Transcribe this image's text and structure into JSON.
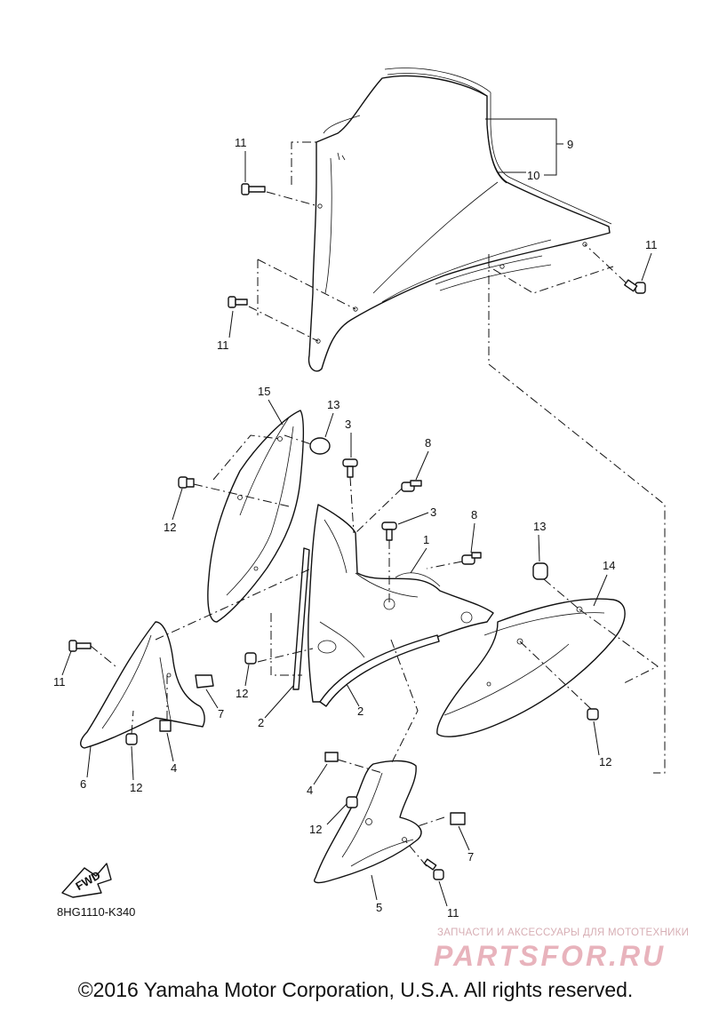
{
  "diagram": {
    "code": "8HG1110-K340",
    "fwd_label": "FWD",
    "callouts": {
      "c1": "1",
      "c2a": "2",
      "c2b": "2",
      "c3a": "3",
      "c3b": "3",
      "c4a": "4",
      "c4b": "4",
      "c5": "5",
      "c6": "6",
      "c7a": "7",
      "c7b": "7",
      "c8a": "8",
      "c8b": "8",
      "c9": "9",
      "c10": "10",
      "c11a": "11",
      "c11b": "11",
      "c11c": "11",
      "c11d": "11",
      "c11e": "11",
      "c12a": "12",
      "c12b": "12",
      "c12c": "12",
      "c12d": "12",
      "c12e": "12",
      "c13a": "13",
      "c13b": "13",
      "c14": "14",
      "c15": "15"
    }
  },
  "watermark": {
    "tagline": "ЗАПЧАСТИ И АКСЕССУАРЫ ДЛЯ МОТОТЕХНИКИ",
    "logo": "PARTSFOR.RU"
  },
  "copyright": "©2016 Yamaha Motor Corporation, U.S.A. All rights reserved."
}
